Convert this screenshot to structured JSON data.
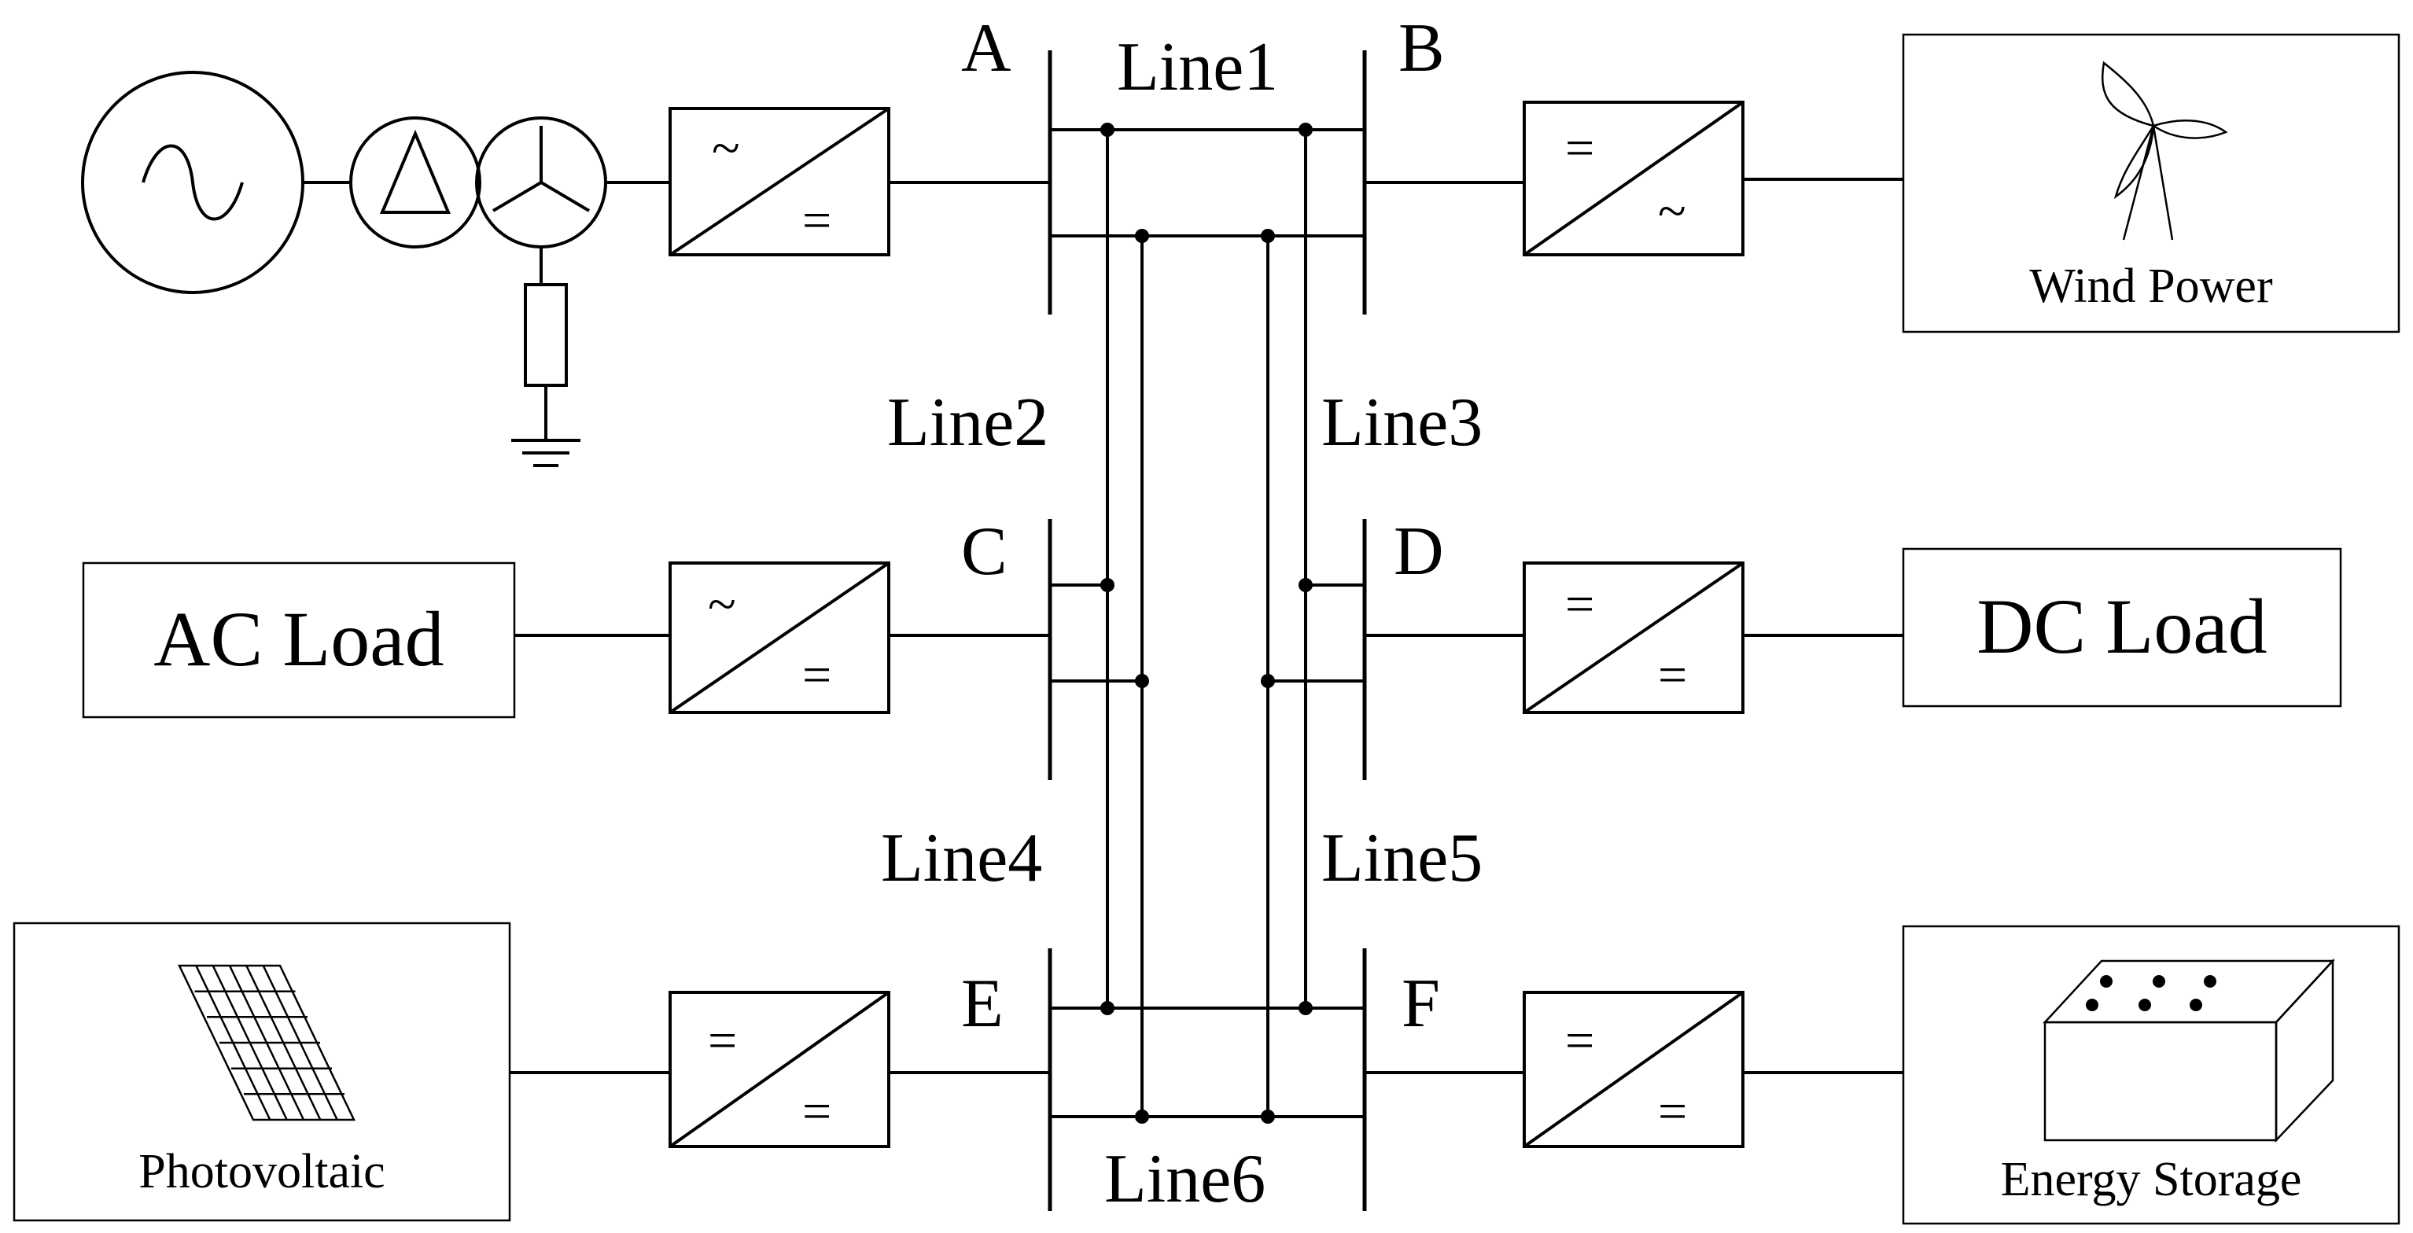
{
  "buses": {
    "A": "A",
    "B": "B",
    "C": "C",
    "D": "D",
    "E": "E",
    "F": "F"
  },
  "lines": {
    "line1": "Line1",
    "line2": "Line2",
    "line3": "Line3",
    "line4": "Line4",
    "line5": "Line5",
    "line6": "Line6"
  },
  "components": {
    "wind_power": "Wind Power",
    "ac_load": "AC Load",
    "dc_load": "DC Load",
    "photovoltaic": "Photovoltaic",
    "energy_storage": "Energy Storage"
  },
  "converter_symbols": {
    "ac": "~",
    "dc": "="
  }
}
